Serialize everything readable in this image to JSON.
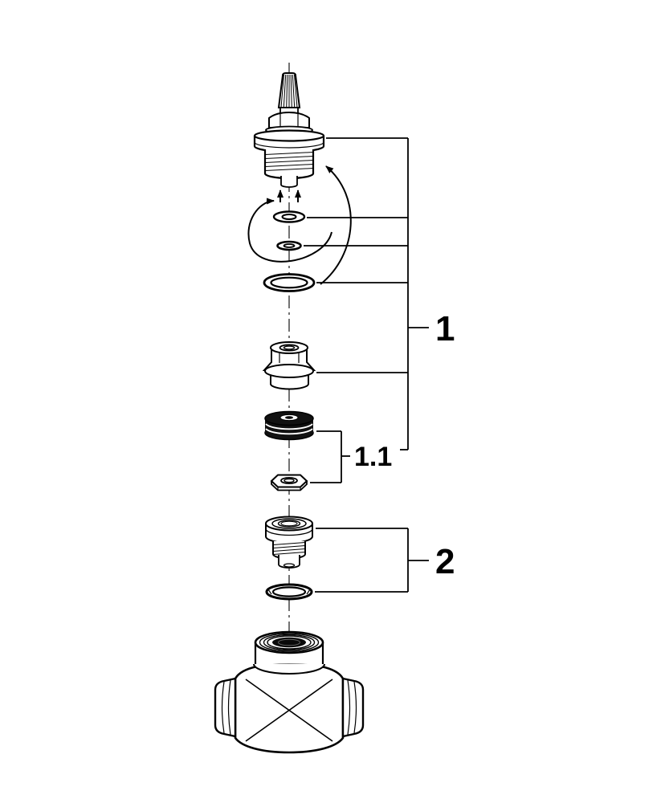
{
  "diagram": {
    "type": "exploded-parts-diagram",
    "subject": "valve-assembly",
    "background_color": "#ffffff",
    "line_color": "#000000",
    "callouts": {
      "group1": {
        "label": "1"
      },
      "group1_1": {
        "label": "1.1"
      },
      "group2": {
        "label": "2"
      }
    },
    "parts": [
      "cartridge-headpart",
      "washer-small",
      "o-ring-small",
      "o-ring-large",
      "hex-bushing",
      "grooved-seal-washer",
      "hex-nut",
      "threaded-sleeve",
      "o-ring-bottom",
      "valve-body"
    ]
  }
}
